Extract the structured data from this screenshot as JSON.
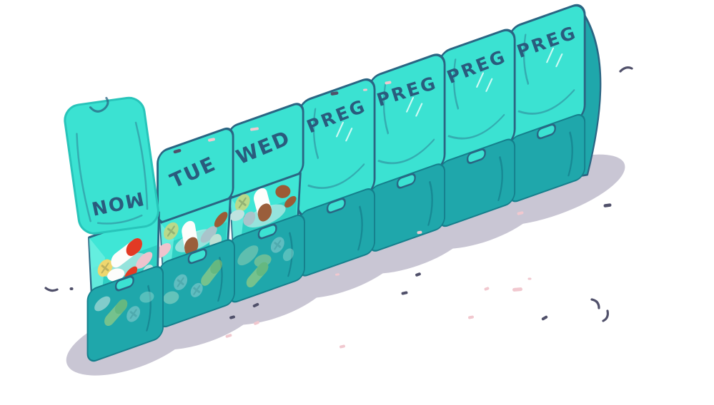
{
  "palette": {
    "background": "#FFFFFF",
    "lid": "#3BE2D2",
    "lid-edge": "#28C4BA",
    "body": "#1FA7AB",
    "body-dark": "#157F8C",
    "inner": "#3FE6D6",
    "inner-shade": "#2FD0C4",
    "inner-hi": "#6BEFE1",
    "outline": "#2A6583",
    "label": "#2A5B7D",
    "shadow": "#C9C6D4",
    "highlight": "#D7FBF5",
    "confetti-dark": "#50506A",
    "confetti-pink": "#F1C8CF"
  },
  "organizer": {
    "compartments": [
      {
        "id": "mon",
        "label": "MON",
        "state": "open-lid-flipped"
      },
      {
        "id": "tue",
        "label": "TUE",
        "state": "open"
      },
      {
        "id": "wed",
        "label": "WED",
        "state": "open"
      },
      {
        "id": "preg-1",
        "label": "PREG",
        "state": "closed"
      },
      {
        "id": "preg-2",
        "label": "PREG",
        "state": "closed"
      },
      {
        "id": "preg-3",
        "label": "PREG",
        "state": "closed"
      },
      {
        "id": "preg-4",
        "label": "PREG",
        "state": "closed"
      }
    ]
  },
  "pills": {
    "mon": [
      {
        "shape": "tablet-x",
        "color": "#EFD76E"
      },
      {
        "shape": "capsule",
        "colors": [
          "#FDFDFB",
          "#E23A24"
        ]
      },
      {
        "shape": "oval",
        "color": "#EFC3CD"
      },
      {
        "shape": "oval",
        "color": "#FDFDFB"
      },
      {
        "shape": "oval",
        "color": "#E23A24"
      },
      {
        "shape": "tablet",
        "color": "#BFE3E0"
      },
      {
        "shape": "oval",
        "color": "#E4F1EC"
      },
      {
        "shape": "capsule",
        "colors": [
          "#CADD71",
          "#ABC957"
        ]
      },
      {
        "shape": "tablet-x",
        "color": "#9FD3D6"
      },
      {
        "shape": "oval",
        "color": "#8ED8CE"
      }
    ],
    "tue": [
      {
        "shape": "tablet-x",
        "color": "#B9D98A"
      },
      {
        "shape": "capsule",
        "colors": [
          "#FDFDFB",
          "#9A5E3B"
        ]
      },
      {
        "shape": "oval",
        "color": "#A9C4CB"
      },
      {
        "shape": "oval",
        "color": "#9C5B35"
      },
      {
        "shape": "oval",
        "color": "#EFC3CD"
      },
      {
        "shape": "tablet",
        "color": "#BEE0D4"
      },
      {
        "shape": "tablet-x",
        "color": "#9FD3D6"
      },
      {
        "shape": "tablet-x",
        "color": "#9FD3D6"
      },
      {
        "shape": "capsule",
        "colors": [
          "#CADD71",
          "#ABC957"
        ]
      },
      {
        "shape": "oval",
        "color": "#A9DFC9"
      }
    ],
    "wed": [
      {
        "shape": "tablet-x",
        "color": "#B9D98A"
      },
      {
        "shape": "capsule",
        "colors": [
          "#FDFDFB",
          "#9A5E3B"
        ]
      },
      {
        "shape": "oval",
        "color": "#9C5B35"
      },
      {
        "shape": "oval",
        "color": "#9C5B35"
      },
      {
        "shape": "tablet",
        "color": "#A9C4CB"
      },
      {
        "shape": "oval",
        "color": "#BFE3E0"
      },
      {
        "shape": "oval",
        "color": "#9ED6B4"
      },
      {
        "shape": "oval",
        "color": "#B5D387"
      },
      {
        "shape": "tablet-x",
        "color": "#9FD3D6"
      },
      {
        "shape": "capsule",
        "colors": [
          "#CADD71",
          "#ABC957"
        ]
      },
      {
        "shape": "tablet",
        "color": "#8ED8CE"
      }
    ]
  }
}
